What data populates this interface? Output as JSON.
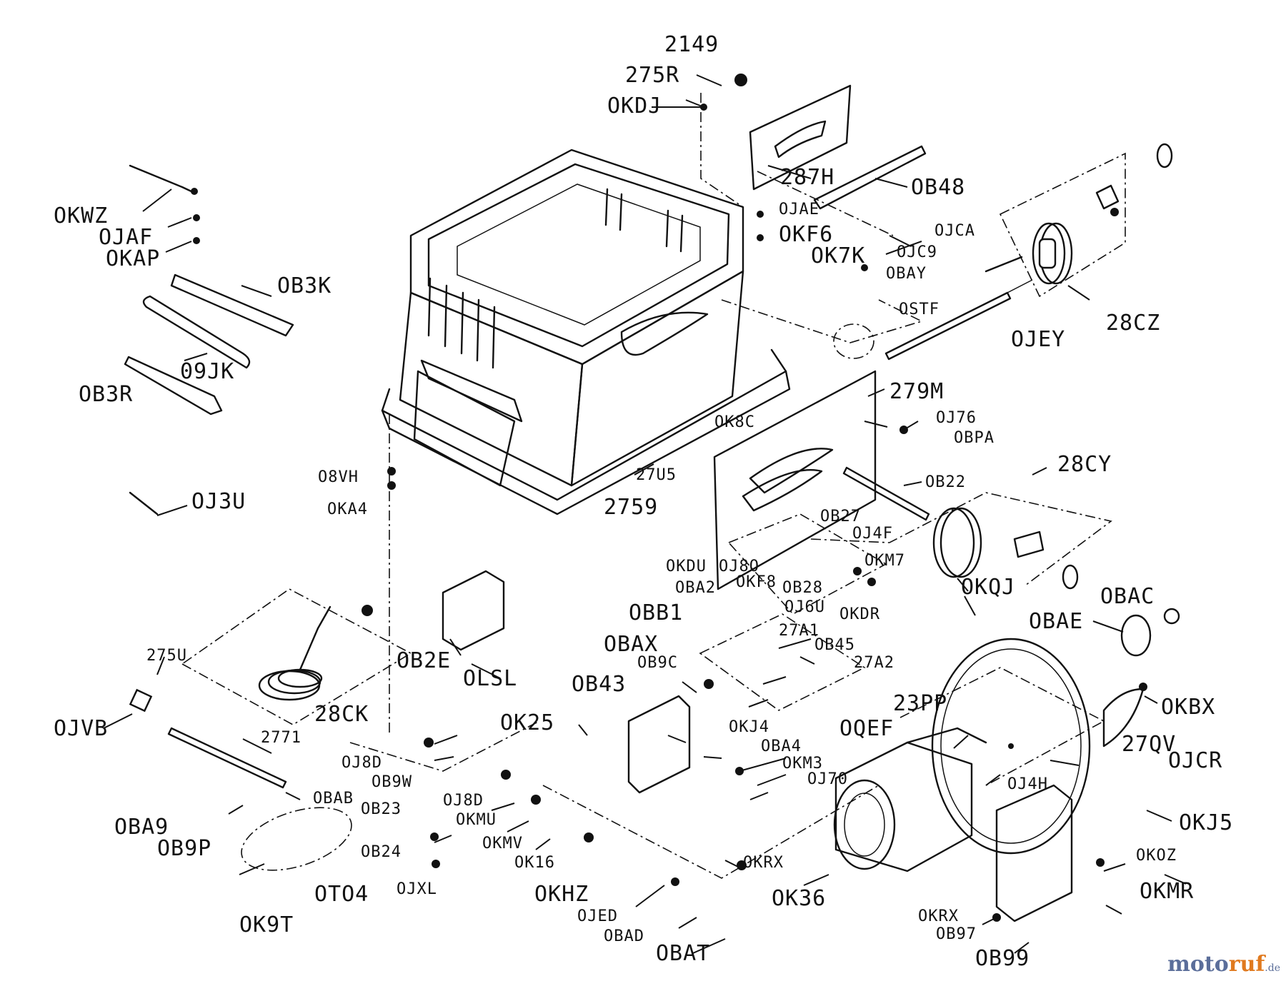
{
  "parts": [
    {
      "id": "2149",
      "label": "2149"
    },
    {
      "id": "275R",
      "label": "275R"
    },
    {
      "id": "0KDJ",
      "label": "OKDJ"
    },
    {
      "id": "287H",
      "label": "287H"
    },
    {
      "id": "0B48",
      "label": "OB48"
    },
    {
      "id": "0JAE",
      "label": "OJAE"
    },
    {
      "id": "0KF6",
      "label": "OKF6"
    },
    {
      "id": "0K7K",
      "label": "OK7K"
    },
    {
      "id": "0JCA",
      "label": "OJCA"
    },
    {
      "id": "0JC9",
      "label": "OJC9"
    },
    {
      "id": "0BAY",
      "label": "OBAY"
    },
    {
      "id": "0STF",
      "label": "OSTF"
    },
    {
      "id": "0JEY",
      "label": "OJEY"
    },
    {
      "id": "28CZ",
      "label": "28CZ"
    },
    {
      "id": "0KWZ",
      "label": "OKWZ"
    },
    {
      "id": "0JAF",
      "label": "OJAF"
    },
    {
      "id": "0KAP",
      "label": "OKAP"
    },
    {
      "id": "0B3K",
      "label": "OB3K"
    },
    {
      "id": "09JK",
      "label": "09JK"
    },
    {
      "id": "0B3R",
      "label": "OB3R"
    },
    {
      "id": "279M",
      "label": "279M"
    },
    {
      "id": "0J76",
      "label": "OJ76"
    },
    {
      "id": "0BPA",
      "label": "OBPA"
    },
    {
      "id": "0K8C",
      "label": "OK8C"
    },
    {
      "id": "28CY",
      "label": "28CY"
    },
    {
      "id": "0B22",
      "label": "OB22"
    },
    {
      "id": "08VH",
      "label": "O8VH"
    },
    {
      "id": "0KA4",
      "label": "OKA4"
    },
    {
      "id": "0J3U",
      "label": "OJ3U"
    },
    {
      "id": "27U5",
      "label": "27U5"
    },
    {
      "id": "2759",
      "label": "2759"
    },
    {
      "id": "0B27",
      "label": "OB27"
    },
    {
      "id": "0J4F",
      "label": "OJ4F"
    },
    {
      "id": "0KM7",
      "label": "OKM7"
    },
    {
      "id": "0KDU",
      "label": "OKDU"
    },
    {
      "id": "0J80",
      "label": "OJ8O"
    },
    {
      "id": "0KF8",
      "label": "OKF8"
    },
    {
      "id": "0BA2",
      "label": "OBA2"
    },
    {
      "id": "0B28",
      "label": "OB28"
    },
    {
      "id": "0KQJ",
      "label": "OKQJ"
    },
    {
      "id": "0BB1",
      "label": "OBB1"
    },
    {
      "id": "0J6U",
      "label": "OJ6U"
    },
    {
      "id": "0KDR",
      "label": "OKDR"
    },
    {
      "id": "0BAC",
      "label": "OBAC"
    },
    {
      "id": "0BAE",
      "label": "OBAE"
    },
    {
      "id": "0BAX",
      "label": "OBAX"
    },
    {
      "id": "27A1",
      "label": "27A1"
    },
    {
      "id": "0B45",
      "label": "OB45"
    },
    {
      "id": "27A2",
      "label": "27A2"
    },
    {
      "id": "0B2E",
      "label": "OB2E"
    },
    {
      "id": "0B9C",
      "label": "OB9C"
    },
    {
      "id": "275U",
      "label": "275U"
    },
    {
      "id": "0LSL",
      "label": "OLSL"
    },
    {
      "id": "0B43",
      "label": "OB43"
    },
    {
      "id": "23PP",
      "label": "23PP"
    },
    {
      "id": "0KBX",
      "label": "OKBX"
    },
    {
      "id": "28CK",
      "label": "28CK"
    },
    {
      "id": "0QEF",
      "label": "OQEF"
    },
    {
      "id": "0JVB",
      "label": "OJVB"
    },
    {
      "id": "0K25",
      "label": "OK25"
    },
    {
      "id": "0KJ4",
      "label": "OKJ4"
    },
    {
      "id": "27QV",
      "label": "27QV"
    },
    {
      "id": "2771",
      "label": "2771"
    },
    {
      "id": "0BA4",
      "label": "OBA4"
    },
    {
      "id": "0JCR",
      "label": "OJCR"
    },
    {
      "id": "0J8D-a",
      "label": "OJ8D"
    },
    {
      "id": "0KM3",
      "label": "OKM3"
    },
    {
      "id": "0B9W",
      "label": "OB9W"
    },
    {
      "id": "0J70",
      "label": "OJ70"
    },
    {
      "id": "0J4H",
      "label": "OJ4H"
    },
    {
      "id": "0BAB",
      "label": "OBAB"
    },
    {
      "id": "0J8D-b",
      "label": "OJ8D"
    },
    {
      "id": "0B23",
      "label": "OB23"
    },
    {
      "id": "0KMU",
      "label": "OKMU"
    },
    {
      "id": "0KJ5",
      "label": "OKJ5"
    },
    {
      "id": "0BA9",
      "label": "OBA9"
    },
    {
      "id": "0KMV",
      "label": "OKMV"
    },
    {
      "id": "0B9P",
      "label": "OB9P"
    },
    {
      "id": "0B24",
      "label": "OB24"
    },
    {
      "id": "0KOZ",
      "label": "OKOZ"
    },
    {
      "id": "0K16",
      "label": "OK16"
    },
    {
      "id": "0KRX-a",
      "label": "OKRX"
    },
    {
      "id": "0T04",
      "label": "OTO4"
    },
    {
      "id": "0JXL",
      "label": "OJXL"
    },
    {
      "id": "0KHZ",
      "label": "OKHZ"
    },
    {
      "id": "0K36",
      "label": "OK36"
    },
    {
      "id": "0KMR",
      "label": "OKMR"
    },
    {
      "id": "0K9T",
      "label": "OK9T"
    },
    {
      "id": "0JED",
      "label": "OJED"
    },
    {
      "id": "0KRX-b",
      "label": "OKRX"
    },
    {
      "id": "0BAD",
      "label": "OBAD"
    },
    {
      "id": "0B97",
      "label": "OB97"
    },
    {
      "id": "0BAT",
      "label": "OBAT"
    },
    {
      "id": "0B99",
      "label": "OB99"
    }
  ],
  "watermark": {
    "part1": "moto",
    "part2": "ruf",
    "suffix": ".de"
  }
}
